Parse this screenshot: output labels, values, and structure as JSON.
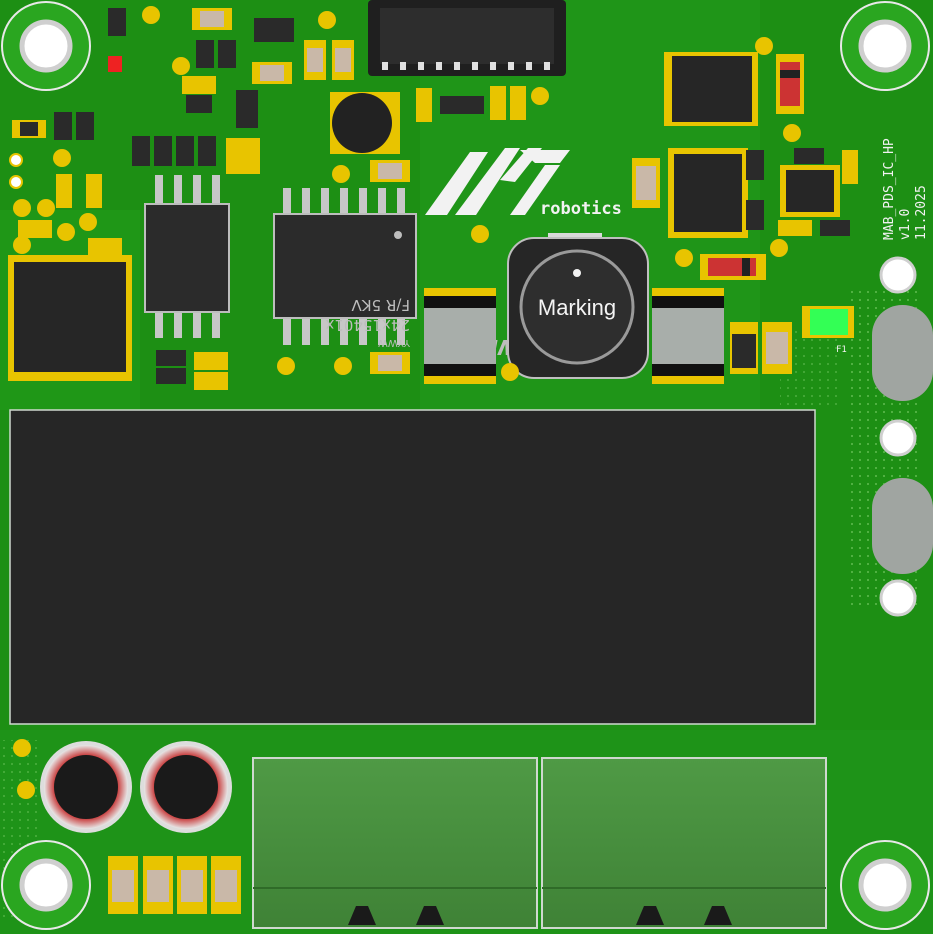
{
  "board": {
    "name": "MAB_PDS_IC_HP",
    "version": "v1.0",
    "date": "11.2025",
    "brand": "robotics",
    "logo_icon": "mab-logo-icon",
    "colors": {
      "pcb": "#1d8f14",
      "pcb_light": "#26a31b",
      "pad_gold": "#e8c400",
      "chip": "#262626",
      "silkscreen": "#f2f2f2"
    }
  },
  "inductor": {
    "marking": "Marking"
  },
  "isolator_ic": {
    "line1": "F/R    5KV",
    "line2": "24x15401x",
    "line3": "YYWW",
    "logo": "WE"
  },
  "fuse": {
    "label": "F1"
  }
}
